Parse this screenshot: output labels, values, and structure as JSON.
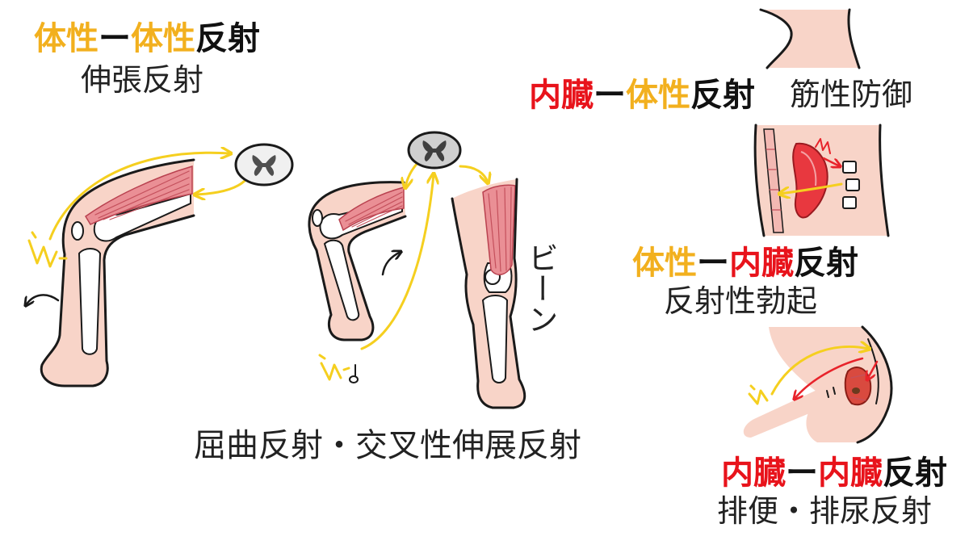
{
  "colors": {
    "somatic": "#f2b01e",
    "visceral": "#e8131b",
    "dash_and_suffix": "#111111",
    "example_text": "#222222",
    "skin": "#f8d4c8",
    "muscle": "#ea8f95",
    "afferent_arrow": "#f5cf1f",
    "visceral_arrow": "#e8232b"
  },
  "reflex_types": {
    "somatic_somatic": {
      "from": "体性",
      "dash": "ー",
      "to": "体性",
      "suffix": "反射",
      "example": "伸張反射"
    },
    "visceral_somatic": {
      "from": "内臓",
      "dash": "ー",
      "to": "体性",
      "suffix": "反射",
      "example": "筋性防御"
    },
    "somatic_visceral": {
      "from": "体性",
      "dash": "ー",
      "to": "内臓",
      "suffix": "反射",
      "example": "反射性勃起"
    },
    "visceral_visceral": {
      "from": "内臓",
      "dash": "ー",
      "to": "内臓",
      "suffix": "反射",
      "example": "排便・排尿反射"
    }
  },
  "flexion_caption": "屈曲反射・交叉性伸展反射",
  "sound_effect": "ビーン",
  "icons": [
    "spinal-cord-cross-section-icon",
    "stimulus-spark-icon",
    "thumbtack-icon",
    "movement-arrow-icon"
  ]
}
